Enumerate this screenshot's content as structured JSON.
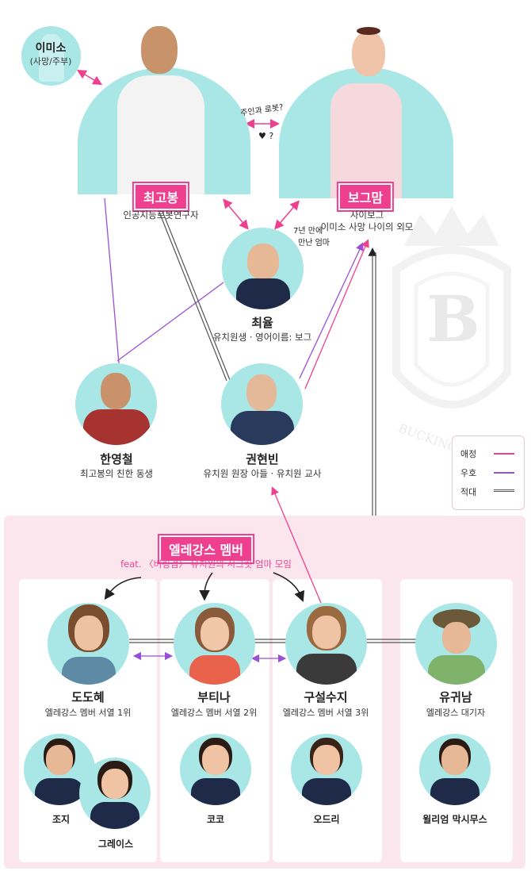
{
  "top": {
    "imiso": {
      "name": "이미소",
      "desc": "(사망/주부)"
    },
    "choigobong": {
      "name": "최고봉",
      "desc": "인공지능로봇연구자"
    },
    "bogeumam": {
      "name": "보그맘",
      "desc_line1": "사이보그",
      "desc_line2": "이미소 사망 나이의 외모"
    },
    "choiyul": {
      "name": "최율",
      "desc": "유치원생 · 영어이름: 보그"
    },
    "hanyoungcheol": {
      "name": "한영철",
      "desc": "최고봉의 친한 동생"
    },
    "kwonhyunbin": {
      "name": "권현빈",
      "desc": "유치원 원장 아들 · 유치원 교사"
    }
  },
  "notes": {
    "master_servant_line1": "주인과 로봇?",
    "heart_q": "♥ ?",
    "mom_line1": "7년 만에",
    "mom_line2": "만난 엄마"
  },
  "legend": {
    "love": "애정",
    "friendly": "우호",
    "hostile": "적대",
    "colors": {
      "love": "#ef3f8f",
      "friendly": "#9b4fd6",
      "hostile": "#555555"
    }
  },
  "elegance": {
    "title": "엘레강스 멤버",
    "subtitle": "feat. 〈버킹검〉 유치원의 시크릿 엄마 모임",
    "members": [
      {
        "name": "도도혜",
        "desc": "엘레강스 멤버 서열 1위"
      },
      {
        "name": "부티나",
        "desc": "엘레강스 멤버 서열 2위"
      },
      {
        "name": "구설수지",
        "desc": "엘레강스 멤버 서열 3위"
      },
      {
        "name": "유귀남",
        "desc": "엘레강스 대기자"
      }
    ],
    "kids": [
      {
        "name": "조지"
      },
      {
        "name": "그레이스"
      },
      {
        "name": "코코"
      },
      {
        "name": "오드리"
      },
      {
        "name": "윌리엄 막시무스"
      }
    ]
  },
  "watermark": {
    "letter": "B",
    "text": "BUCKINGHAM"
  },
  "colors": {
    "teal": "#a9e6e6",
    "pink": "#ef3f8f",
    "purple": "#9b4fd6",
    "panel": "#fce6ee"
  }
}
